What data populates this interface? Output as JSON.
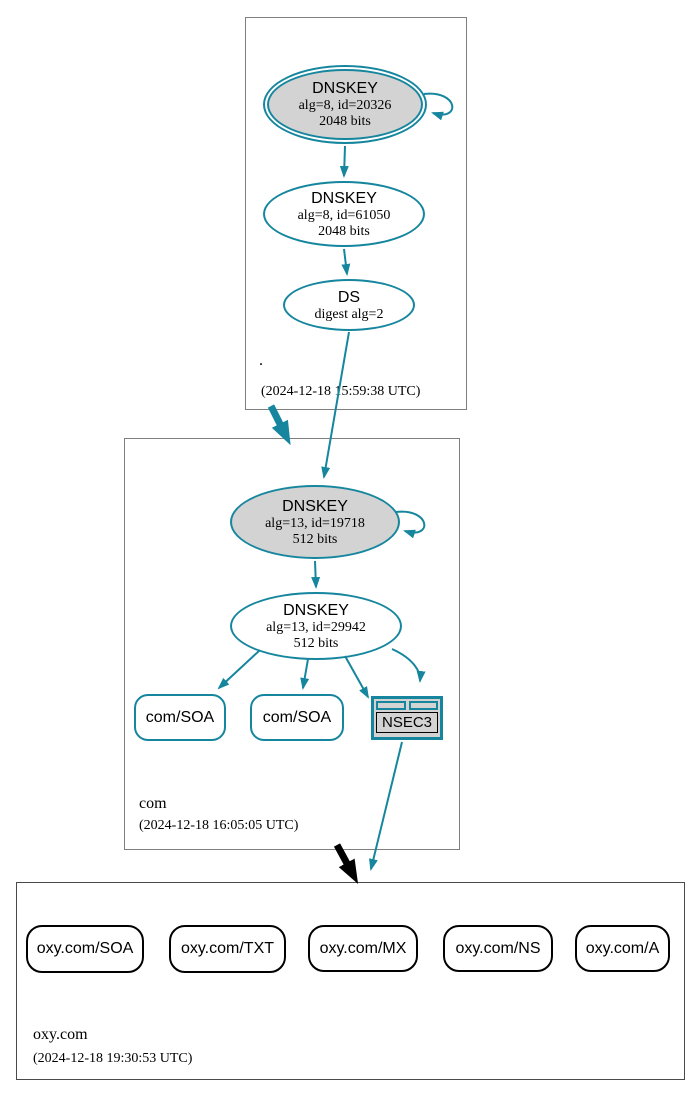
{
  "graph": {
    "zones": [
      {
        "label": ".",
        "timestamp": "(2024-12-18 15:59:38 UTC)"
      },
      {
        "label": "com",
        "timestamp": "(2024-12-18 16:05:05 UTC)"
      },
      {
        "label": "oxy.com",
        "timestamp": "(2024-12-18 19:30:53 UTC)"
      }
    ],
    "nodes": {
      "root_ksk": {
        "title": "DNSKEY",
        "detail1": "alg=8, id=20326",
        "detail2": "2048 bits"
      },
      "root_zsk": {
        "title": "DNSKEY",
        "detail1": "alg=8, id=61050",
        "detail2": "2048 bits"
      },
      "root_ds": {
        "title": "DS",
        "detail1": "digest alg=2"
      },
      "com_ksk": {
        "title": "DNSKEY",
        "detail1": "alg=13, id=19718",
        "detail2": "512 bits"
      },
      "com_zsk": {
        "title": "DNSKEY",
        "detail1": "alg=13, id=29942",
        "detail2": "512 bits"
      },
      "com_soa_a": {
        "label": "com/SOA"
      },
      "com_soa_b": {
        "label": "com/SOA"
      },
      "com_nsec3": {
        "label": "NSEC3"
      },
      "oxy_soa": {
        "label": "oxy.com/SOA"
      },
      "oxy_txt": {
        "label": "oxy.com/TXT"
      },
      "oxy_mx": {
        "label": "oxy.com/MX"
      },
      "oxy_ns": {
        "label": "oxy.com/NS"
      },
      "oxy_a": {
        "label": "oxy.com/A"
      }
    },
    "colors": {
      "secure_edge": "#15869e",
      "insecure_edge": "#000000",
      "key_fill": "#d3d3d3",
      "cluster_border": "#7f7f7f"
    }
  }
}
